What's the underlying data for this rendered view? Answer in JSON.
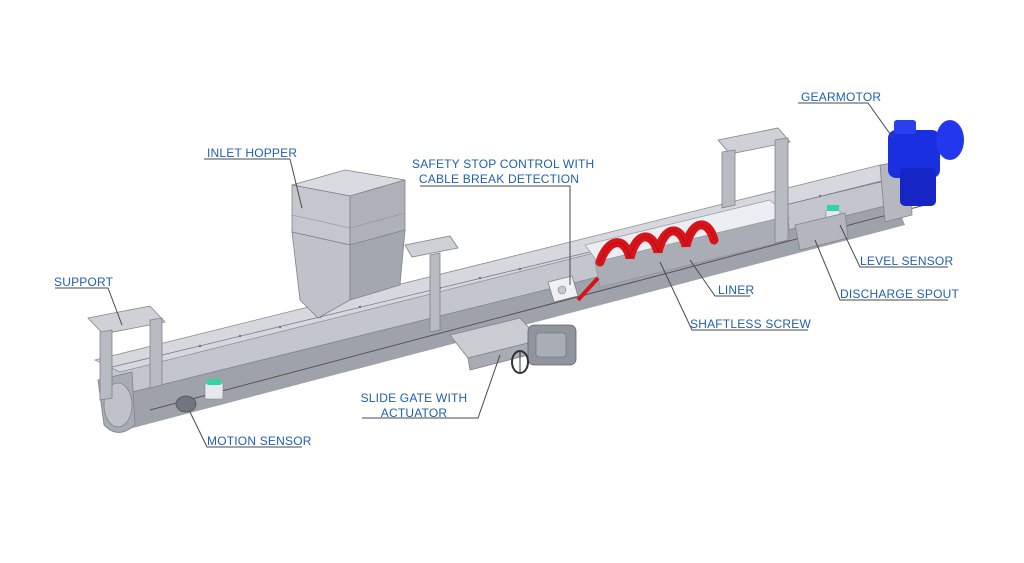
{
  "diagram": {
    "labels": {
      "gearmotor": "GEARMOTOR",
      "inlet_hopper": "INLET HOPPER",
      "safety_stop_line1": "SAFETY STOP CONTROL WITH",
      "safety_stop_line2": "CABLE BREAK DETECTION",
      "support": "SUPPORT",
      "level_sensor": "LEVEL SENSOR",
      "liner": "LINER",
      "discharge_spout": "DISCHARGE SPOUT",
      "shaftless_screw": "SHAFTLESS SCREW",
      "slide_gate_line1": "SLIDE GATE WITH",
      "slide_gate_line2": "ACTUATOR",
      "motion_sensor": "MOTION SENSOR"
    },
    "colors": {
      "label_text": "#1f5fb0",
      "steel": "#b9bcc3",
      "steel_dark": "#8e929b",
      "steel_light": "#d9dbe0",
      "screw_red": "#d8141b",
      "gearmotor_blue": "#1a2fe0",
      "sensor_green": "#2fd6a0"
    }
  }
}
